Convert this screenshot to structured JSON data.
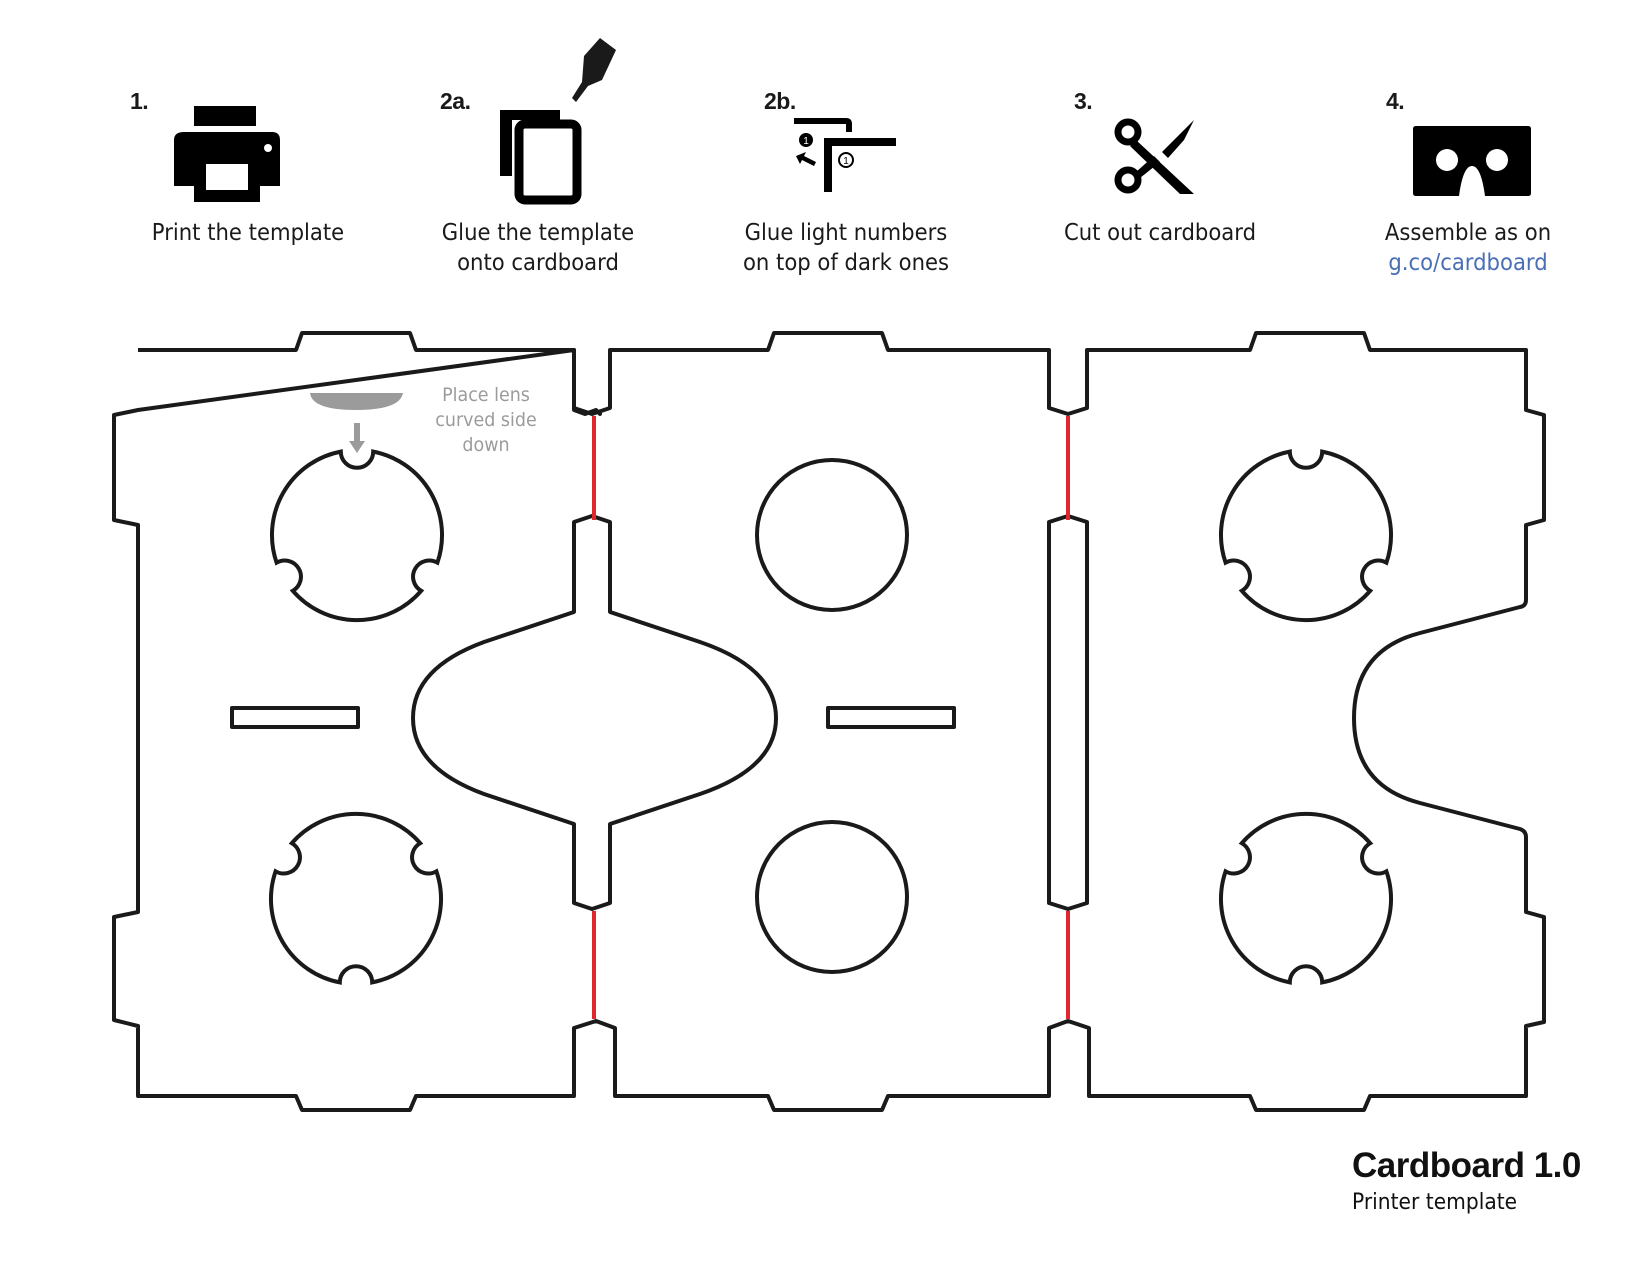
{
  "steps": [
    {
      "number": "1.",
      "icon": "printer-icon",
      "label_line1": "Print the template",
      "label_line2": ""
    },
    {
      "number": "2a.",
      "icon": "glue-bottle-icon",
      "label_line1": "Glue the template",
      "label_line2": "onto cardboard"
    },
    {
      "number": "2b.",
      "icon": "align-numbers-icon",
      "label_line1": "Glue light numbers",
      "label_line2": "on top of dark ones"
    },
    {
      "number": "3.",
      "icon": "scissors-icon",
      "label_line1": "Cut out cardboard",
      "label_line2": ""
    },
    {
      "number": "4.",
      "icon": "cardboard-viewer-icon",
      "label_line1": "Assemble as on",
      "link": "g.co/cardboard"
    }
  ],
  "template": {
    "lens_note_line1": "Place lens",
    "lens_note_line2": "curved side",
    "lens_note_line3": "down",
    "fold_line_color": "#e0262e",
    "cut_line_color": "#1a1a1a",
    "guide_color": "#9b9b9b"
  },
  "footer": {
    "title": "Cardboard 1.0",
    "subtitle": "Printer template"
  },
  "colors": {
    "link": "#4a6fb5",
    "text": "#1a1a1a"
  }
}
